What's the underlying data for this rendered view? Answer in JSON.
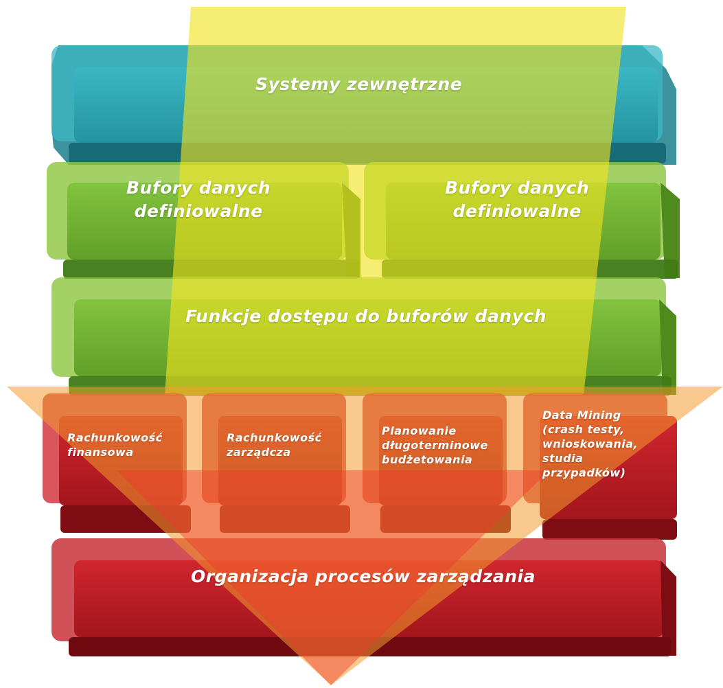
{
  "diagram": {
    "layers": {
      "external_systems": {
        "label": "Systemy zewnętrzne",
        "color": "#23a3b2"
      },
      "data_buffers_left": {
        "label": "Bufory danych\ndefiniowalne",
        "color": "#6aaa2a"
      },
      "data_buffers_right": {
        "label": "Bufory danych\ndefiniowalne",
        "color": "#6aaa2a"
      },
      "buffer_access": {
        "label": "Funkcje dostępu do buforów danych",
        "color": "#6aaa2a"
      },
      "modules": [
        {
          "label": "Rachunkowość\nfinansowa"
        },
        {
          "label": "Rachunkowość\nzarządcza"
        },
        {
          "label": "Planowanie\ndługoterminowe\nbudżetowania"
        },
        {
          "label": "Data Mining\n(crash testy,\nwnioskowania,\nstudia\nprzypadków)"
        }
      ],
      "process_org": {
        "label": "Organizacja procesów zarządzania",
        "color": "#b51c24"
      }
    },
    "colors": {
      "yellow_band": "#f0e21e",
      "orange_triangle": "#f39a2e",
      "red_triangle": "#ee3a2c",
      "module_red": "#b51c24"
    }
  }
}
